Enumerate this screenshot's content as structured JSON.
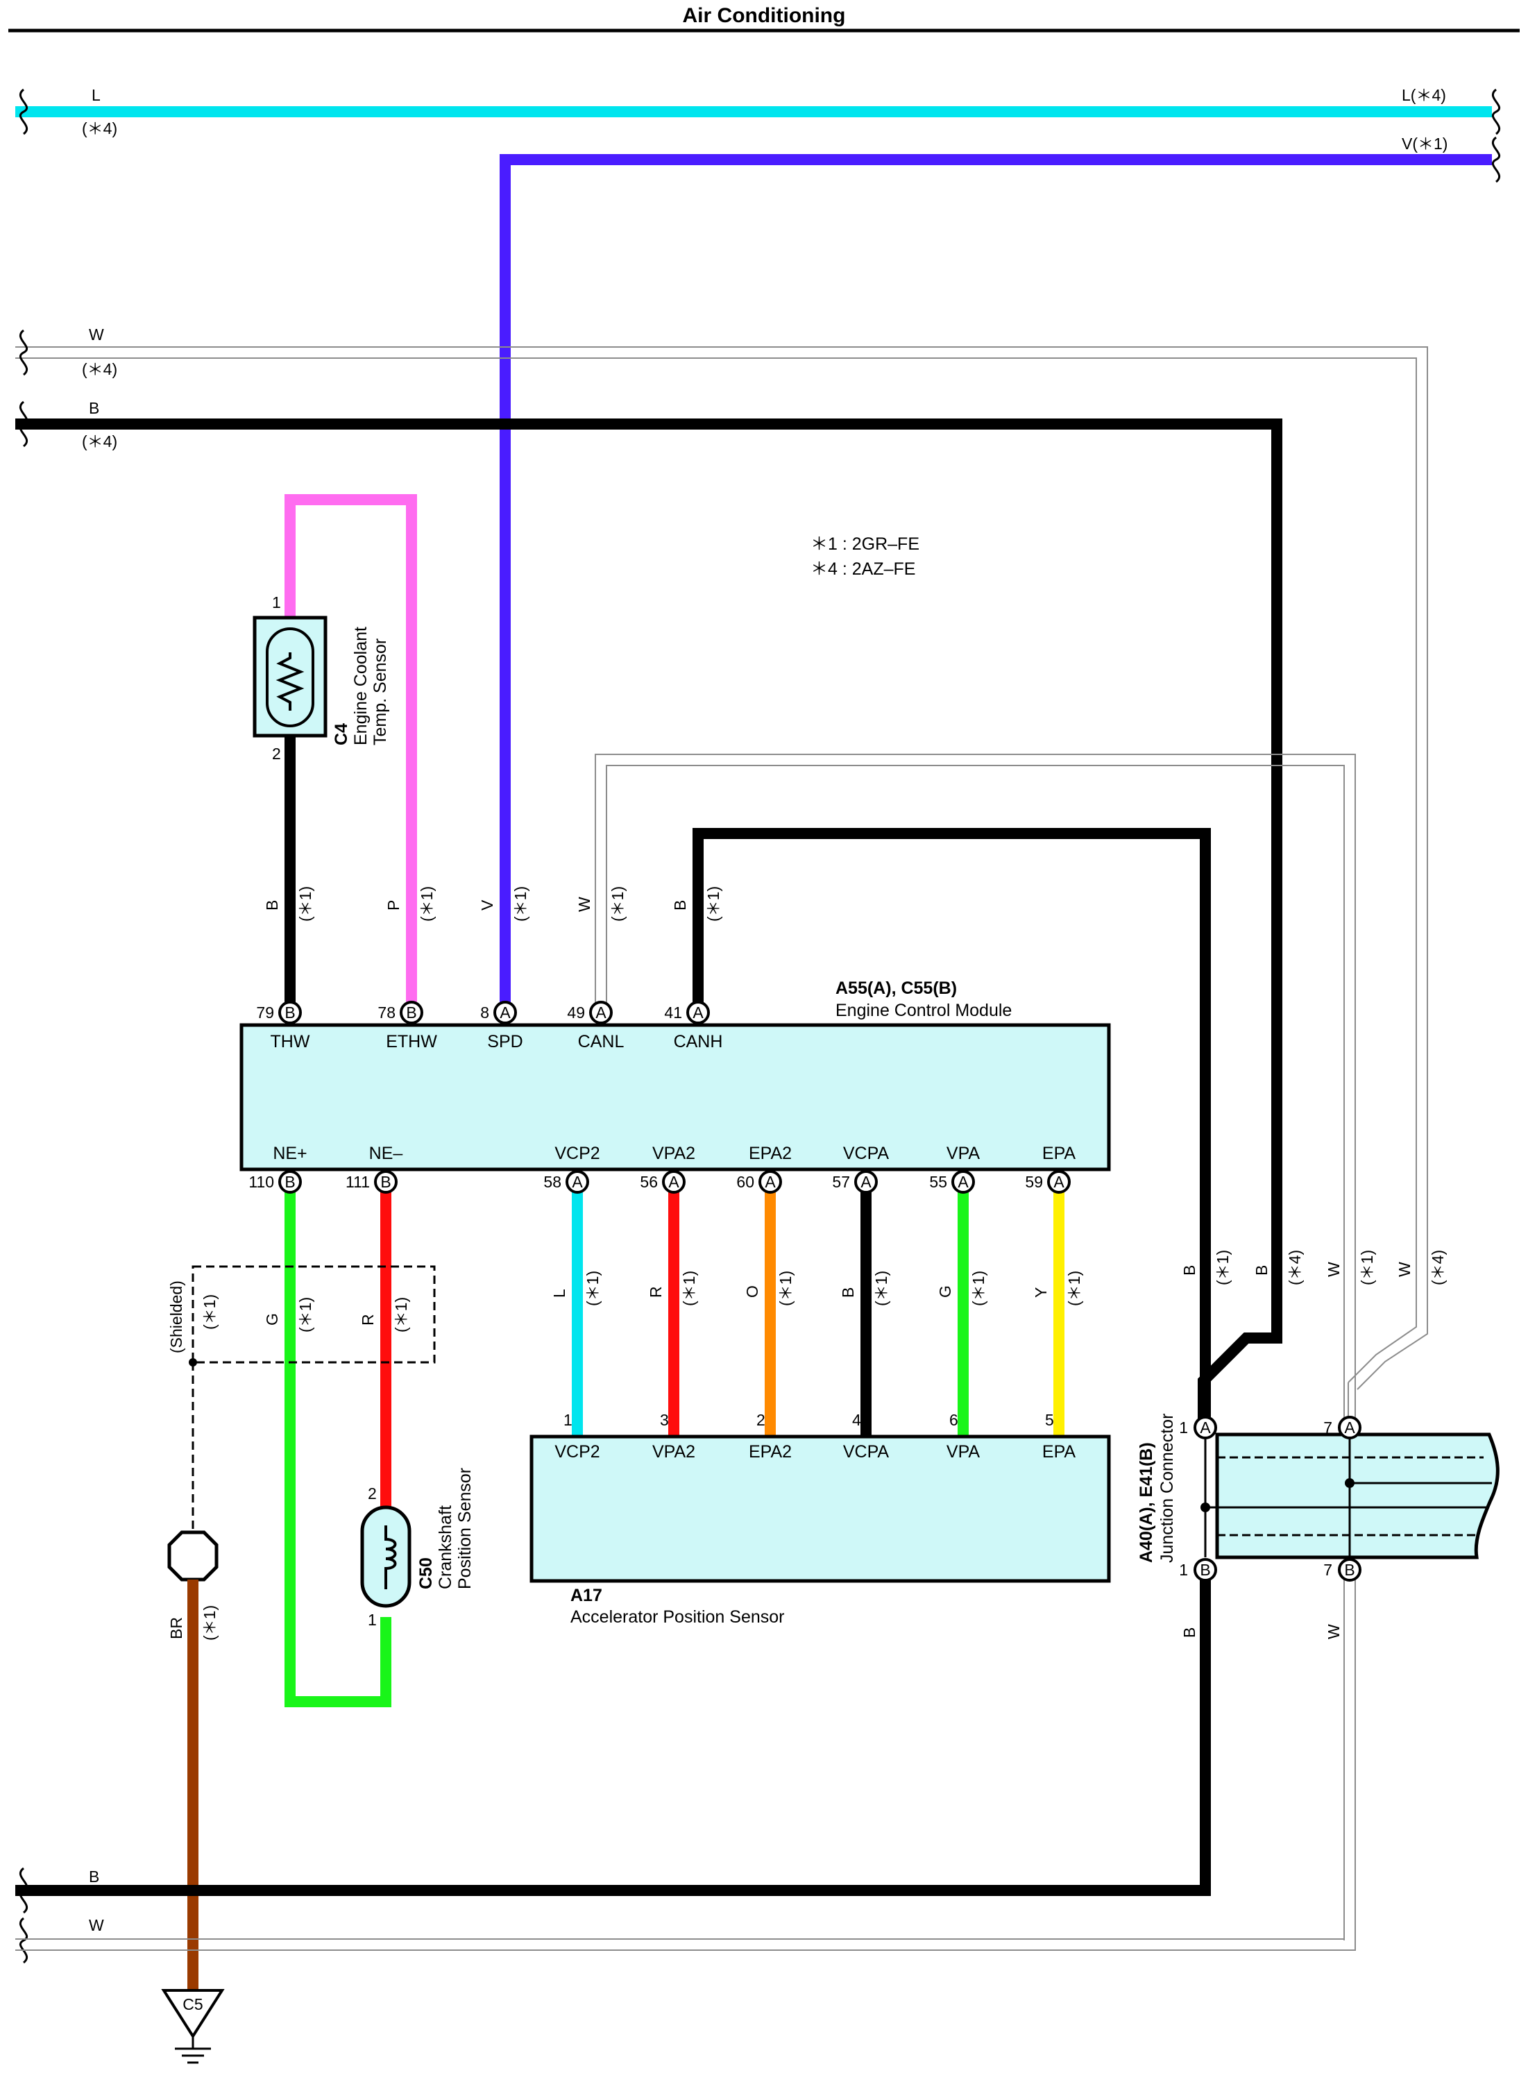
{
  "title": "Air Conditioning",
  "notes": [
    "＊1 : 2GR–FE",
    "＊4 : 2AZ–FE"
  ],
  "colors": {
    "L": "#00e5ee",
    "V": "#4a1cff",
    "B": "#000000",
    "P": "#ff6cf0",
    "G": "#19f519",
    "R": "#ff0d0d",
    "O": "#ff8a00",
    "Y": "#fff000",
    "BR": "#9a3a00",
    "W": "#8c8c8c",
    "component_fill": "#cff8f8"
  },
  "edge_wires": {
    "L_left": "L",
    "L_left_note": "(＊4)",
    "L_right": "L(＊4)",
    "V_right": "V(＊1)",
    "W_top": "W",
    "W_top_note": "(＊4)",
    "B_top": "B",
    "B_top_note": "(＊4)",
    "B_bottom": "B",
    "W_bottom": "W"
  },
  "ecm": {
    "code": "A55(A), C55(B)",
    "name": "Engine Control Module",
    "top_pins": [
      {
        "num": "79",
        "conn": "B",
        "sig": "THW",
        "wire": "B",
        "note": "(＊1)"
      },
      {
        "num": "78",
        "conn": "B",
        "sig": "ETHW",
        "wire": "P",
        "note": "(＊1)"
      },
      {
        "num": "8",
        "conn": "A",
        "sig": "SPD",
        "wire": "V",
        "note": "(＊1)"
      },
      {
        "num": "49",
        "conn": "A",
        "sig": "CANL",
        "wire": "W",
        "note": "(＊1)"
      },
      {
        "num": "41",
        "conn": "A",
        "sig": "CANH",
        "wire": "B",
        "note": "(＊1)"
      }
    ],
    "bottom_pins": [
      {
        "num": "110",
        "conn": "B",
        "sig": "NE+",
        "wire": "G",
        "note": "(＊1)"
      },
      {
        "num": "111",
        "conn": "B",
        "sig": "NE–",
        "wire": "R",
        "note": "(＊1)"
      },
      {
        "num": "58",
        "conn": "A",
        "sig": "VCP2",
        "wire": "L",
        "note": "(＊1)"
      },
      {
        "num": "56",
        "conn": "A",
        "sig": "VPA2",
        "wire": "R",
        "note": "(＊1)"
      },
      {
        "num": "60",
        "conn": "A",
        "sig": "EPA2",
        "wire": "O",
        "note": "(＊1)"
      },
      {
        "num": "57",
        "conn": "A",
        "sig": "VCPA",
        "wire": "B",
        "note": "(＊1)"
      },
      {
        "num": "55",
        "conn": "A",
        "sig": "VPA",
        "wire": "G",
        "note": "(＊1)"
      },
      {
        "num": "59",
        "conn": "A",
        "sig": "EPA",
        "wire": "Y",
        "note": "(＊1)"
      }
    ]
  },
  "coolant_sensor": {
    "code": "C4",
    "name_line1": "Engine Coolant",
    "name_line2": "Temp. Sensor",
    "pin_top": "1",
    "pin_bottom": "2"
  },
  "crank_sensor": {
    "code": "C50",
    "name_line1": "Crankshaft",
    "name_line2": "Position Sensor",
    "pin_top": "2",
    "pin_bottom": "1"
  },
  "shield": {
    "label": "(Shielded)",
    "note": "(＊1)",
    "wire": "BR",
    "wire_note": "(＊1)",
    "ground": "C5"
  },
  "aps": {
    "code": "A17",
    "name": "Accelerator Position Sensor",
    "pins": [
      {
        "num": "1",
        "sig": "VCP2"
      },
      {
        "num": "3",
        "sig": "VPA2"
      },
      {
        "num": "2",
        "sig": "EPA2"
      },
      {
        "num": "4",
        "sig": "VCPA"
      },
      {
        "num": "6",
        "sig": "VPA"
      },
      {
        "num": "5",
        "sig": "EPA"
      }
    ]
  },
  "junction": {
    "code": "A40(A), E41(B)",
    "name": "Junction Connector",
    "top_pin_left": "1",
    "top_conn_left": "A",
    "top_pin_right": "7",
    "top_conn_right": "A",
    "bottom_pin_left": "1",
    "bottom_conn_left": "B",
    "bottom_pin_right": "7",
    "bottom_conn_right": "B",
    "top_wires": [
      {
        "wire": "B",
        "note": "(＊1)"
      },
      {
        "wire": "B",
        "note": "(＊4)"
      },
      {
        "wire": "W",
        "note": "(＊1)"
      },
      {
        "wire": "W",
        "note": "(＊4)"
      }
    ],
    "bottom_wire_left": "B",
    "bottom_wire_right": "W"
  }
}
